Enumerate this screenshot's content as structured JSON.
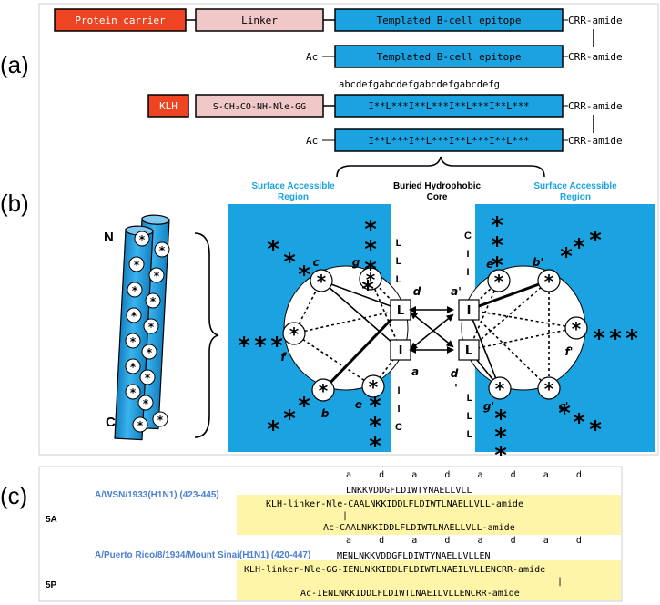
{
  "panel_labels": {
    "a": "(a)",
    "b": "(b)",
    "c": "(c)"
  },
  "panel_a": {
    "protein_carrier": "Protein carrier",
    "linker": "Linker",
    "templated_epitope": "Templated B-cell epitope",
    "crr_amide": "CRR-amide",
    "ac": "Ac",
    "heptad_letters": "abcdefgabcdefgabcdefgabcdefg",
    "klh": "KLH",
    "klh_linker": "S-CH₂CO-NH-Nle-GG",
    "heptad_sequence": "I**L***I**L***I**L***I**L***"
  },
  "panel_b": {
    "surface_region_left": [
      "Surface Accessible",
      "Region"
    ],
    "buried_core": [
      "Buried Hydrophobic",
      "Core"
    ],
    "surface_region_right": [
      "Surface Accessible",
      "Region"
    ],
    "helix_n": "N",
    "helix_c": "C",
    "star": "*",
    "core_residue_L": "L",
    "core_residue_I": "I",
    "positions_left": {
      "a": "a",
      "b": "b",
      "c": "c",
      "d": "d",
      "e": "e",
      "f": "f",
      "g": "g"
    },
    "positions_right": {
      "a": "a'",
      "b": "b'",
      "c": "c'",
      "d": "d",
      "d_prime": "'",
      "e": "e'",
      "f": "f'",
      "g": "g'"
    },
    "left_column_top": [
      "L",
      "L",
      "L"
    ],
    "left_column_bottom": [
      "I",
      "I",
      "C"
    ],
    "right_column_top": [
      "C",
      "I",
      "I"
    ],
    "right_column_bottom": [
      "L",
      "L",
      "L"
    ],
    "colors": {
      "surface": "#1aa3e0",
      "carrier": "#ee4422",
      "linker": "#f0c8c8"
    }
  },
  "panel_c": {
    "heptad_marks_1": "a     d     a     d     a     d     a     d",
    "strain_1": "A/WSN/1933(H1N1) (423-445)",
    "seq_ref_1": "LNKKVDDGFLDIWTYNAELLVLL",
    "row_label_1": "5A",
    "seq_klh_1": "KLH-linker-Nle-CAALNKKIDDLFLDIWTLNAELLVLL-amide",
    "seq_ac_1": "Ac-CAALNKKIDDLFLDIWTLNAELLVLL-amide",
    "heptad_marks_2": "a     d     a     d     a     d     a     d",
    "strain_2": "A/Puerto Rico/8/1934/Mount Sinai(H1N1) (420-447)",
    "seq_ref_2": "MENLNKKVDDGFLDIWTYNAELLVLLEN",
    "row_label_2": "5P",
    "seq_klh_2": "KLH-linker-Nle-GG-IENLNKKIDDLFLDIWTLNAEILVLLENCRR-amide",
    "seq_ac_2": "Ac-IENLNKKIDDLFLDIWTLNAEILVLLENCRR-amide",
    "divider": "|",
    "colors": {
      "highlight": "#fff5a8",
      "strain": "#4a7fd4"
    }
  }
}
